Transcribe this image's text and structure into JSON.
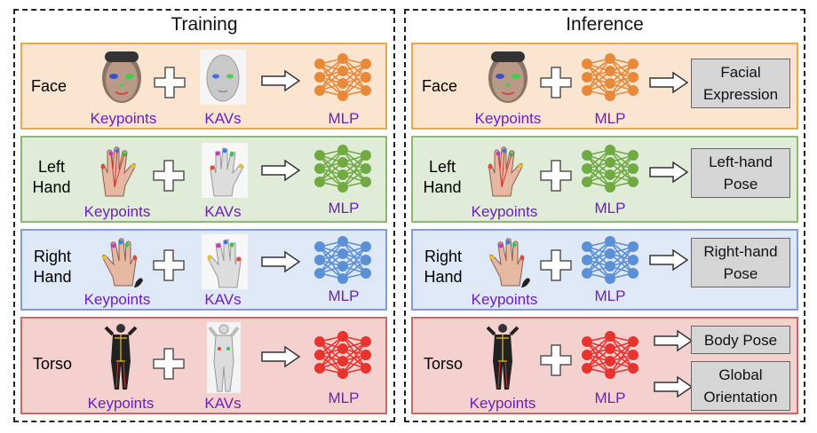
{
  "training": {
    "title": "Training",
    "rows": [
      {
        "label": "Face",
        "kp": "Keypoints",
        "kav": "KAVs",
        "mlp": "MLP"
      },
      {
        "label": "Left Hand",
        "kp": "Keypoints",
        "kav": "KAVs",
        "mlp": "MLP"
      },
      {
        "label": "Right Hand",
        "kp": "Keypoints",
        "kav": "KAVs",
        "mlp": "MLP"
      },
      {
        "label": "Torso",
        "kp": "Keypoints",
        "kav": "KAVs",
        "mlp": "MLP"
      }
    ]
  },
  "inference": {
    "title": "Inference",
    "rows": [
      {
        "label": "Face",
        "kp": "Keypoints",
        "mlp": "MLP",
        "out": "Facial Expression"
      },
      {
        "label": "Left Hand",
        "kp": "Keypoints",
        "mlp": "MLP",
        "out": "Left-hand Pose"
      },
      {
        "label": "Right Hand",
        "kp": "Keypoints",
        "mlp": "MLP",
        "out": "Right-hand Pose"
      },
      {
        "label": "Torso",
        "kp": "Keypoints",
        "mlp": "MLP",
        "out": "Body Pose",
        "out2": "Global Orientation"
      }
    ]
  },
  "colors": {
    "face": "#e8893a",
    "left": "#6faa43",
    "right": "#5b8fd6",
    "torso": "#e8332e",
    "caption": "#6a1fc2"
  }
}
